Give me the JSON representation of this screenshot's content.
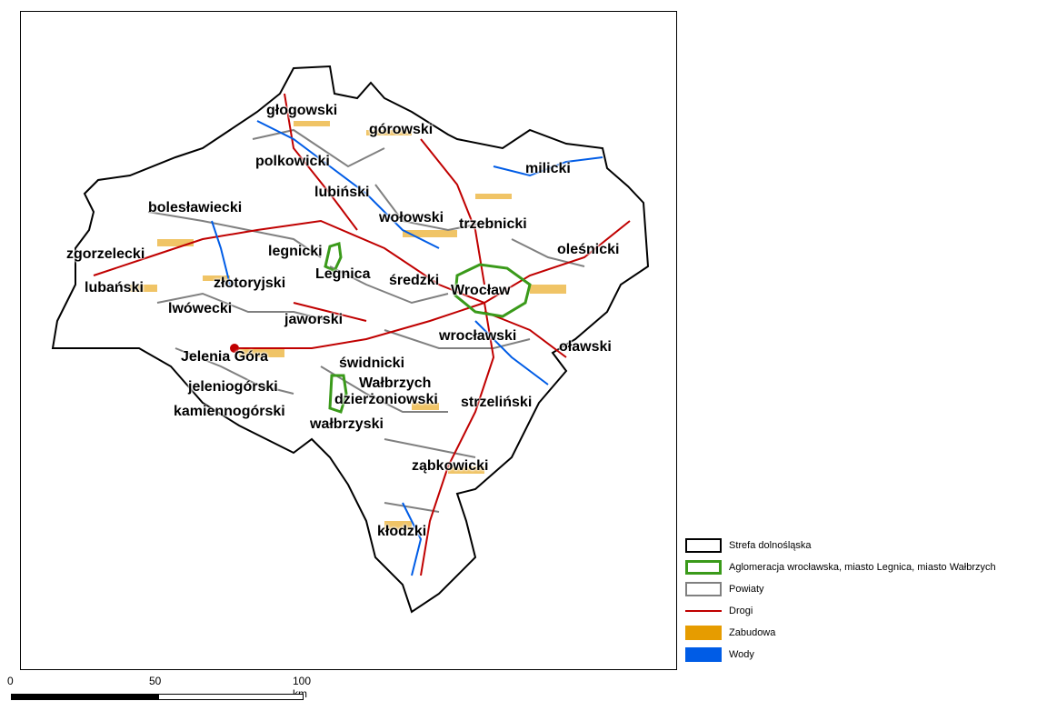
{
  "map": {
    "labels": [
      {
        "id": "glogowski",
        "text": "głogowski"
      },
      {
        "id": "gorowski",
        "text": "górowski"
      },
      {
        "id": "polkowicki",
        "text": "polkowicki"
      },
      {
        "id": "milicki",
        "text": "milicki"
      },
      {
        "id": "lubinski",
        "text": "lubiński"
      },
      {
        "id": "boleslawiecki",
        "text": "bolesławiecki"
      },
      {
        "id": "wolowski",
        "text": "wołowski"
      },
      {
        "id": "trzebnicki",
        "text": "trzebnicki"
      },
      {
        "id": "zgorzelecki",
        "text": "zgorzelecki"
      },
      {
        "id": "legnicki",
        "text": "legnicki"
      },
      {
        "id": "olesnicki",
        "text": "oleśnicki"
      },
      {
        "id": "legnica",
        "text": "Legnica"
      },
      {
        "id": "sredzki",
        "text": "średzki"
      },
      {
        "id": "lubanski",
        "text": "lubański"
      },
      {
        "id": "zlotoryjski",
        "text": "złotoryjski"
      },
      {
        "id": "wroclaw",
        "text": "Wrocław"
      },
      {
        "id": "lwowecki",
        "text": "lwówecki"
      },
      {
        "id": "jaworski",
        "text": "jaworski"
      },
      {
        "id": "wroclawski",
        "text": "wrocławski"
      },
      {
        "id": "olawski",
        "text": "oławski"
      },
      {
        "id": "jelenia_gora",
        "text": "Jelenia Góra"
      },
      {
        "id": "swidnicki",
        "text": "świdnicki"
      },
      {
        "id": "walbrzych",
        "text": "Wałbrzych"
      },
      {
        "id": "jeleniogorski",
        "text": "jeleniogórski"
      },
      {
        "id": "dzierzoniowski",
        "text": "dzierżoniowski"
      },
      {
        "id": "strzelinski",
        "text": "strzeliński"
      },
      {
        "id": "kamiennogorski",
        "text": "kamiennogórski"
      },
      {
        "id": "walbrzyski",
        "text": "wałbrzyski"
      },
      {
        "id": "zabkowicki",
        "text": "ząbkowicki"
      },
      {
        "id": "klodzki",
        "text": "kłodzki"
      }
    ]
  },
  "legend": {
    "items": [
      {
        "label": "Strefa dolnośląska",
        "symbol": "zone-outline",
        "color": "#000000"
      },
      {
        "label": "Aglomeracja wrocławska, miasto Legnica, miasto Wałbrzych",
        "symbol": "agglomeration-outline",
        "color": "#3a9a1a"
      },
      {
        "label": "Powiaty",
        "symbol": "county-outline",
        "color": "#808080"
      },
      {
        "label": "Drogi",
        "symbol": "road-line",
        "color": "#c00000"
      },
      {
        "label": "Zabudowa",
        "symbol": "built-up-fill",
        "color": "#e69c00"
      },
      {
        "label": "Wody",
        "symbol": "water-fill",
        "color": "#005ce6"
      }
    ]
  },
  "scale": {
    "ticks": [
      "0",
      "50",
      "100 km"
    ]
  }
}
